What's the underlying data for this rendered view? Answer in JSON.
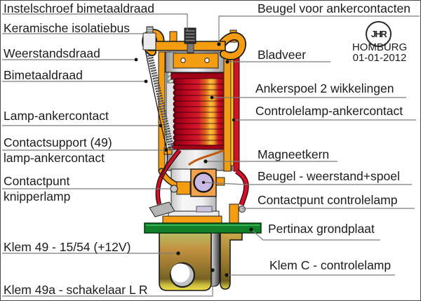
{
  "branding": {
    "monogram": "JHR",
    "company": "HOMBURG",
    "date": "01-01-2012"
  },
  "labels_left": [
    {
      "id": "instelschroef",
      "line1": "Instelschroef bimetaaldraad"
    },
    {
      "id": "keramische-isolatiebus",
      "line1": "Keramische isolatiebus"
    },
    {
      "id": "weerstandsdraad",
      "line1": "Weerstandsdraad"
    },
    {
      "id": "bimetaaldraad",
      "line1": "Bimetaaldraad"
    },
    {
      "id": "lamp-ankercontact",
      "line1": "Lamp-ankercontact"
    },
    {
      "id": "contactsupport-49",
      "line1": "Contactsupport (49)",
      "line2": "lamp-ankercontact"
    },
    {
      "id": "contactpunt-knipperlamp",
      "line1": "Contactpunt",
      "line2": "knipperlamp"
    },
    {
      "id": "klem-49",
      "line1": "Klem 49 - 15/54 (+12V)"
    },
    {
      "id": "klem-49a",
      "line1": "Klem 49a - schakelaar L R"
    }
  ],
  "labels_right": [
    {
      "id": "beugel-voor-ankercontacten",
      "line1": "Beugel voor ankercontacten"
    },
    {
      "id": "bladveer",
      "line1": "Bladveer"
    },
    {
      "id": "ankerspoel",
      "line1": "Ankerspoel 2 wikkelingen"
    },
    {
      "id": "controlelamp-ankercontact",
      "line1": "Controlelamp-ankercontact"
    },
    {
      "id": "magneetkern",
      "line1": "Magneetkern"
    },
    {
      "id": "beugel-weerstand-spoel",
      "line1": "Beugel - weerstand+spoel"
    },
    {
      "id": "contactpunt-controlelamp",
      "line1": "Contactpunt controlelamp"
    },
    {
      "id": "pertinax-grondplaat",
      "line1": "Pertinax grondplaat"
    },
    {
      "id": "klem-c",
      "line1": "Klem C - controlelamp"
    }
  ],
  "colors": {
    "background": "#FFFFFF",
    "text": "#1C1C1C",
    "leader": "#7C7C7C",
    "orange": "#F49C12",
    "coil_red": "#CE1126",
    "coil_highlight": "#F6C93C",
    "metal_gray": "#C9C9C9",
    "ceramic_white": "#EDEDED",
    "green_base": "#0F7F28",
    "brass": "#BD9440",
    "lavender": "#C9BAE3"
  }
}
